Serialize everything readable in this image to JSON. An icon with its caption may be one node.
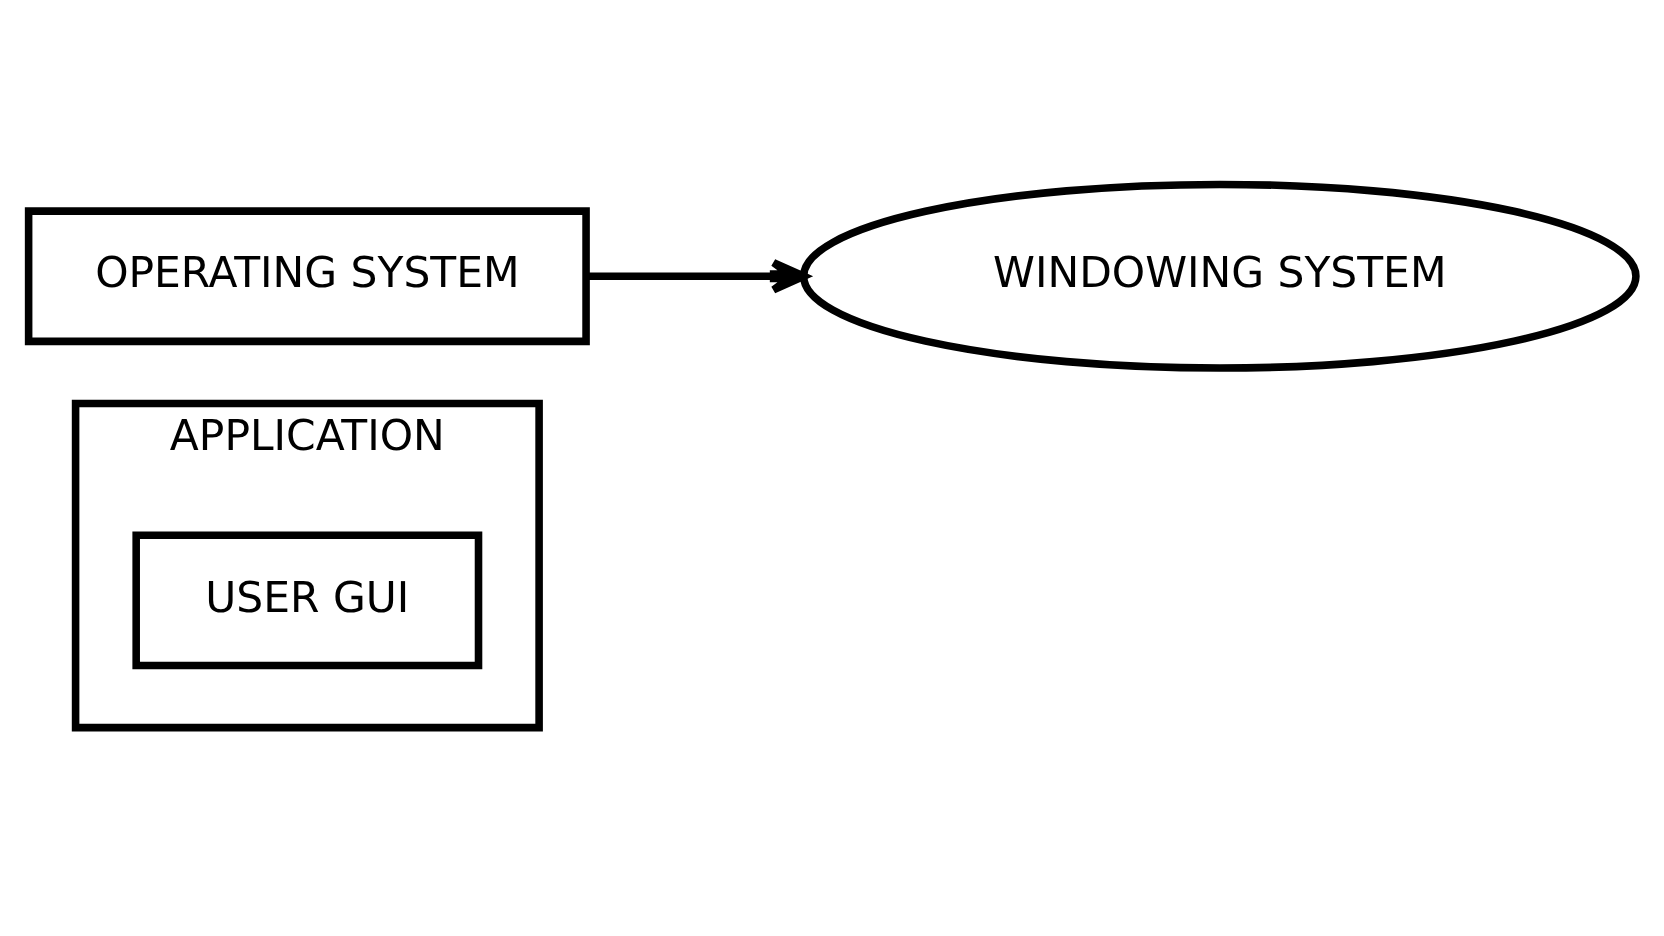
{
  "diagram": {
    "nodes": [
      {
        "text": [
          "APPLICATION"
        ]
      },
      {
        "text": [
          "USER GUI"
        ],
        "in": 0
      },
      {
        "text": [
          "OPERATING SYSTEM"
        ]
      },
      {
        "text": [
          "WINDOWING SYSTEM"
        ]
      }
    ],
    "edges": [
      {
        "from": 2,
        "to": 3,
        "arrow": "to"
      }
    ]
  }
}
